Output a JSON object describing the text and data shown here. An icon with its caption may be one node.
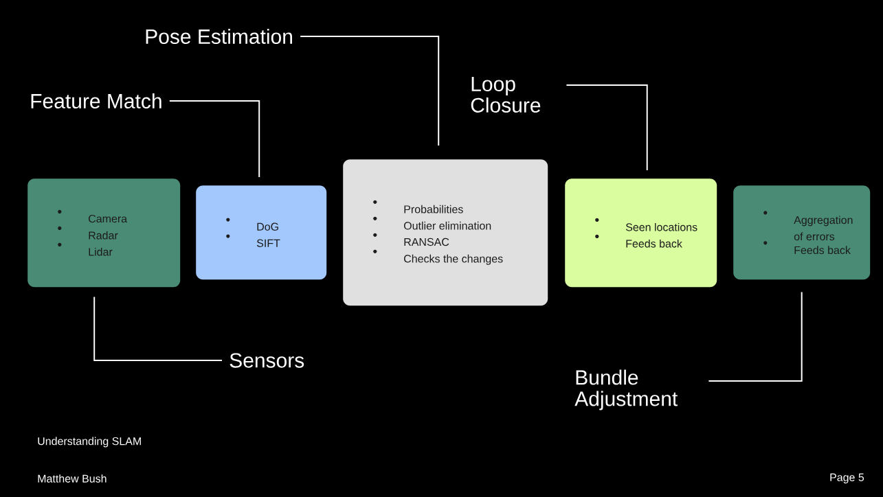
{
  "diagram": {
    "nodes": [
      {
        "text": [
          "Camera",
          "Radar",
          "Lidar"
        ]
      },
      {
        "text": [
          "DoG",
          "SIFT"
        ]
      },
      {
        "text": [
          "Probabilities",
          "Outlier elimination",
          "RANSAC",
          "Checks the changes"
        ]
      },
      {
        "text": [
          "Seen locations",
          "Feeds back"
        ]
      },
      {
        "text": [
          "Aggregation of errors",
          "Feeds back"
        ]
      },
      {
        "text": [
          "Feature Match"
        ]
      },
      {
        "text": [
          "Pose Estimation"
        ]
      },
      {
        "text": [
          "Loop Closure"
        ]
      },
      {
        "text": [
          "Sensors"
        ]
      },
      {
        "text": [
          "Bundle Adjustment"
        ]
      }
    ],
    "edges": [
      {
        "from": 5,
        "to": 1,
        "arrow": "none"
      },
      {
        "from": 6,
        "to": 2,
        "arrow": "none"
      },
      {
        "from": 7,
        "to": 3,
        "arrow": "none"
      },
      {
        "from": 8,
        "to": 0,
        "arrow": "none"
      },
      {
        "from": 9,
        "to": 4,
        "arrow": "none"
      }
    ],
    "labels": [
      "Understanding SLAM",
      "Matthew Bush",
      "Page 5"
    ]
  }
}
